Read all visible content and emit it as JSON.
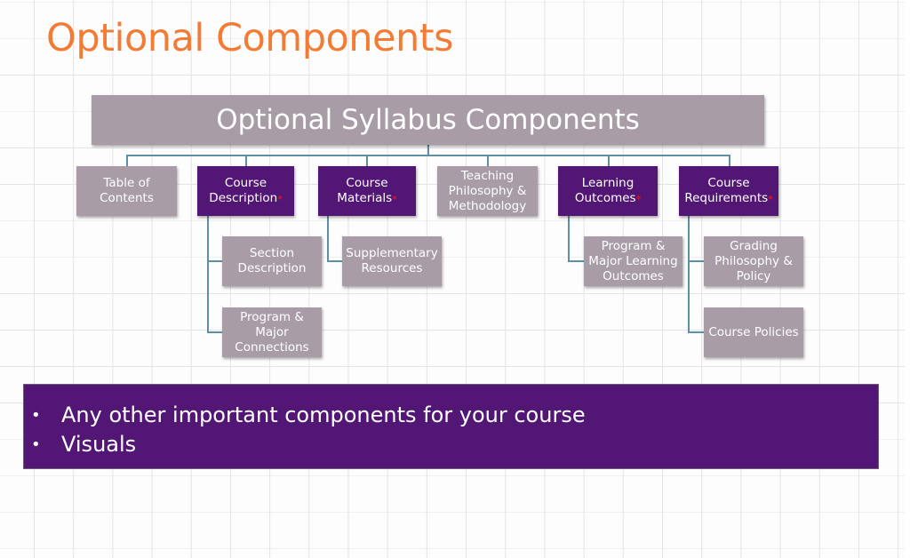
{
  "slide": {
    "title": "Optional Components",
    "colors": {
      "title": "#f47b34",
      "grey_box": "#a89ca6",
      "purple_box": "#521675",
      "connector": "#5f8fa4",
      "required_marker": "#ff1a1a"
    }
  },
  "diagram": {
    "root": "Optional Syllabus Components",
    "required_marker": "*",
    "components": [
      {
        "label": "Table of Contents",
        "required": false,
        "children": []
      },
      {
        "label": "Course Description",
        "required": true,
        "children": [
          "Section Description",
          "Program & Major Connections"
        ]
      },
      {
        "label": "Course Materials",
        "required": true,
        "children": [
          "Supplementary Resources"
        ]
      },
      {
        "label": "Teaching Philosophy & Methodology",
        "required": false,
        "children": []
      },
      {
        "label": "Learning Outcomes",
        "required": true,
        "children": [
          "Program & Major Learning Outcomes"
        ]
      },
      {
        "label": "Course Requirements",
        "required": true,
        "children": [
          "Grading Philosophy & Policy",
          "Course Policies"
        ]
      }
    ]
  },
  "banner": {
    "bullet": "•",
    "items": [
      "Any other important components for your course",
      "Visuals"
    ]
  }
}
